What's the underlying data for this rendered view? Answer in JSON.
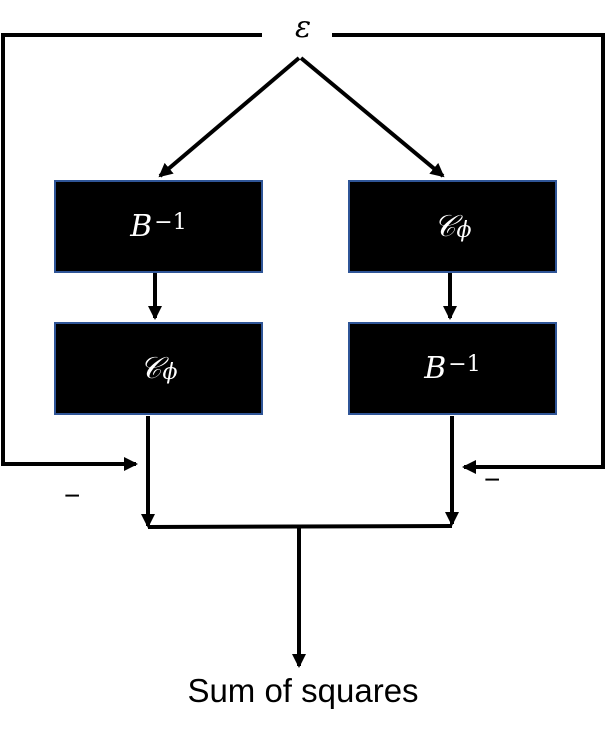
{
  "diagram": {
    "input": {
      "symbol": "ε"
    },
    "left_branch": {
      "top_box": {
        "base": "B",
        "sup": "−1"
      },
      "bottom_box": {
        "base": "𝒞",
        "sub": "ϕ"
      },
      "feedback_sign": "−"
    },
    "right_branch": {
      "top_box": {
        "base": "𝒞",
        "sub": "ϕ"
      },
      "bottom_box": {
        "base": "B",
        "sup": "−1"
      },
      "feedback_sign": "−"
    },
    "output": {
      "label": "Sum of squares"
    },
    "colors": {
      "box_fill": "#000000",
      "box_border": "#2f5597",
      "line": "#000000",
      "box_text": "#ffffff"
    }
  }
}
